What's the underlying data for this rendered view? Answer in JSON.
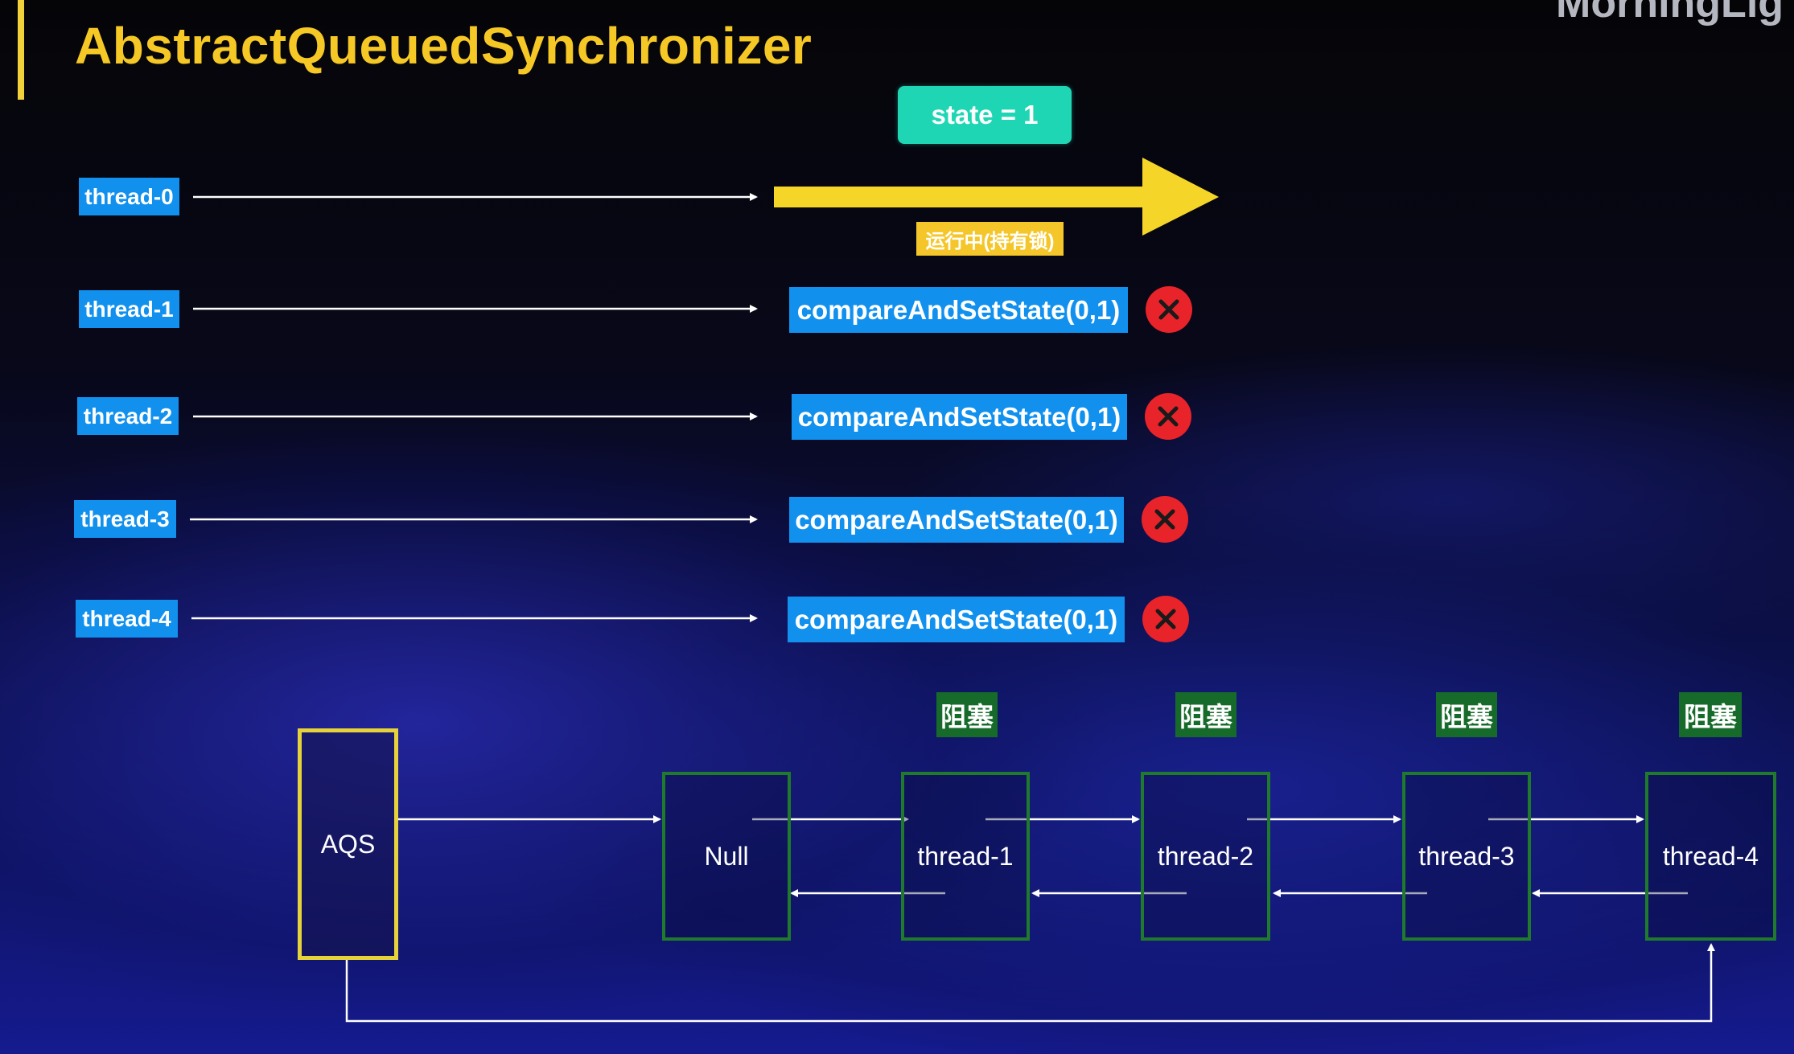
{
  "header": {
    "title": "AbstractQueuedSynchronizer",
    "watermark": "MorningLig"
  },
  "state_label": "state = 1",
  "running_label": "运行中(持有锁)",
  "threads": [
    {
      "label": "thread-0"
    },
    {
      "label": "thread-1",
      "cas": "compareAndSetState(0,1)",
      "result_icon": "red-x-icon"
    },
    {
      "label": "thread-2",
      "cas": "compareAndSetState(0,1)",
      "result_icon": "red-x-icon"
    },
    {
      "label": "thread-3",
      "cas": "compareAndSetState(0,1)",
      "result_icon": "red-x-icon"
    },
    {
      "label": "thread-4",
      "cas": "compareAndSetState(0,1)",
      "result_icon": "red-x-icon"
    }
  ],
  "queue": {
    "head": "AQS",
    "nodes": [
      {
        "label": "Null"
      },
      {
        "label": "thread-1",
        "status": "阻塞"
      },
      {
        "label": "thread-2",
        "status": "阻塞"
      },
      {
        "label": "thread-3",
        "status": "阻塞"
      },
      {
        "label": "thread-4",
        "status": "阻塞"
      }
    ]
  },
  "colors": {
    "title": "#f6c825",
    "thread_tag": "#1190ee",
    "state_badge": "#1fd6b4",
    "running_arrow": "#f5d628",
    "fail": "#e8232a",
    "blocked_tag": "#176b2a",
    "node_border": "#1f7a2c",
    "aqs_border": "#e6d33a"
  }
}
